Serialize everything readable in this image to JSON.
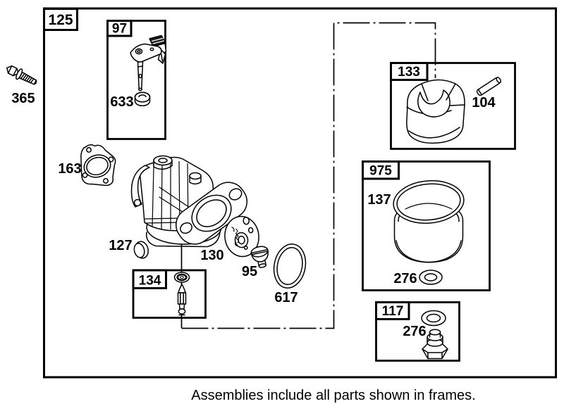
{
  "page": {
    "background": "#ffffff",
    "line_color": "#000000"
  },
  "caption": "Assemblies include all parts shown in frames.",
  "frames": {
    "f125": "125",
    "f97": "97",
    "f133": "133",
    "f975": "975",
    "f134": "134",
    "f117": "117"
  },
  "parts": {
    "p365": "365",
    "p633": "633",
    "p163": "163",
    "p127": "127",
    "p130": "130",
    "p95": "95",
    "p617": "617",
    "p104": "104",
    "p137": "137",
    "p276_bowl": "276",
    "p276_drain": "276"
  }
}
